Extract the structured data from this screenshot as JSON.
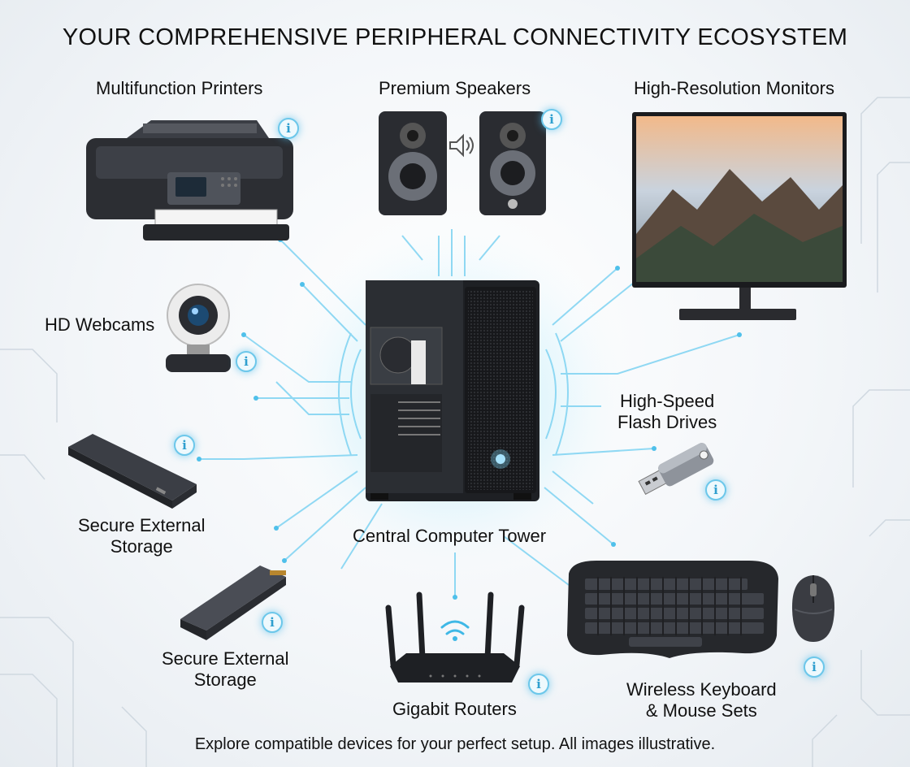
{
  "title": "YOUR COMPREHENSIVE PERIPHERAL CONNECTIVITY ECOSYSTEM",
  "labels": {
    "printers": "Multifunction Printers",
    "speakers": "Premium Speakers",
    "monitors": "High-Resolution Monitors",
    "webcams": "HD Webcams",
    "flash": [
      "High-Speed",
      "Flash Drives"
    ],
    "storage1": [
      "Secure External",
      "Storage"
    ],
    "tower": "Central Computer Tower",
    "storage2": [
      "Secure External",
      "Storage"
    ],
    "routers": "Gigabit Routers",
    "keyboard": [
      "Wireless Keyboard",
      "& Mouse Sets"
    ]
  },
  "info_glyph": "i",
  "footer": "Explore compatible devices for your perfect setup. All images illustrative.",
  "colors": {
    "accent": "#5ec8ef",
    "device_dark": "#2a2c31",
    "device_mid": "#4a4d55"
  },
  "icons": [
    "printer-icon",
    "speaker-icon",
    "monitor-icon",
    "webcam-icon",
    "tower-icon",
    "flash-drive-icon",
    "external-ssd-icon",
    "router-icon",
    "keyboard-icon",
    "mouse-icon",
    "info-icon"
  ]
}
